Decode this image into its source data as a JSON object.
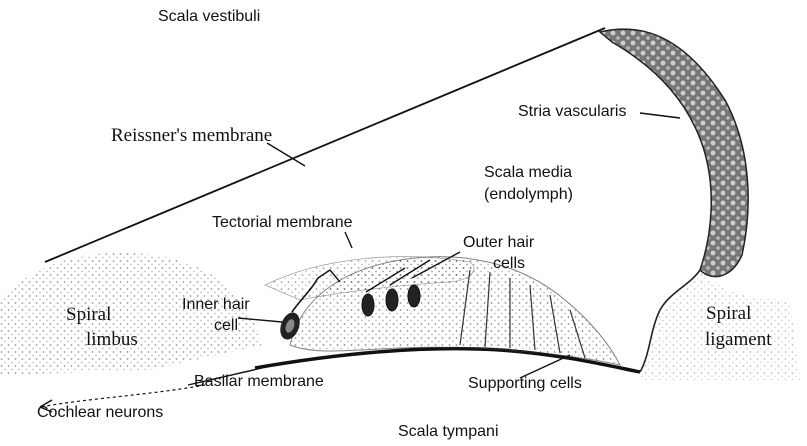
{
  "diagram": {
    "labels": {
      "scala_vestibuli": "Scala vestibuli",
      "reissners_membrane": "Reissner's membrane",
      "stria_vascularis": "Stria vascularis",
      "scala_media": "Scala media",
      "endolymph": "(endolymph)",
      "tectorial_membrane": "Tectorial membrane",
      "outer_hair_cells_1": "Outer hair",
      "outer_hair_cells_2": "cells",
      "inner_hair_cell_1": "Inner hair",
      "inner_hair_cell_2": "cell",
      "spiral_limbus_1": "Spiral",
      "spiral_limbus_2": "limbus",
      "spiral_ligament_1": "Spiral",
      "spiral_ligament_2": "ligament",
      "basilar_membrane": "Basilar membrane",
      "supporting_cells": "Supporting cells",
      "cochlear_neurons": "Cochlear neurons",
      "scala_tympani": "Scala tympani"
    },
    "colors": {
      "ink": "#111111",
      "tissue": "#555555"
    }
  }
}
